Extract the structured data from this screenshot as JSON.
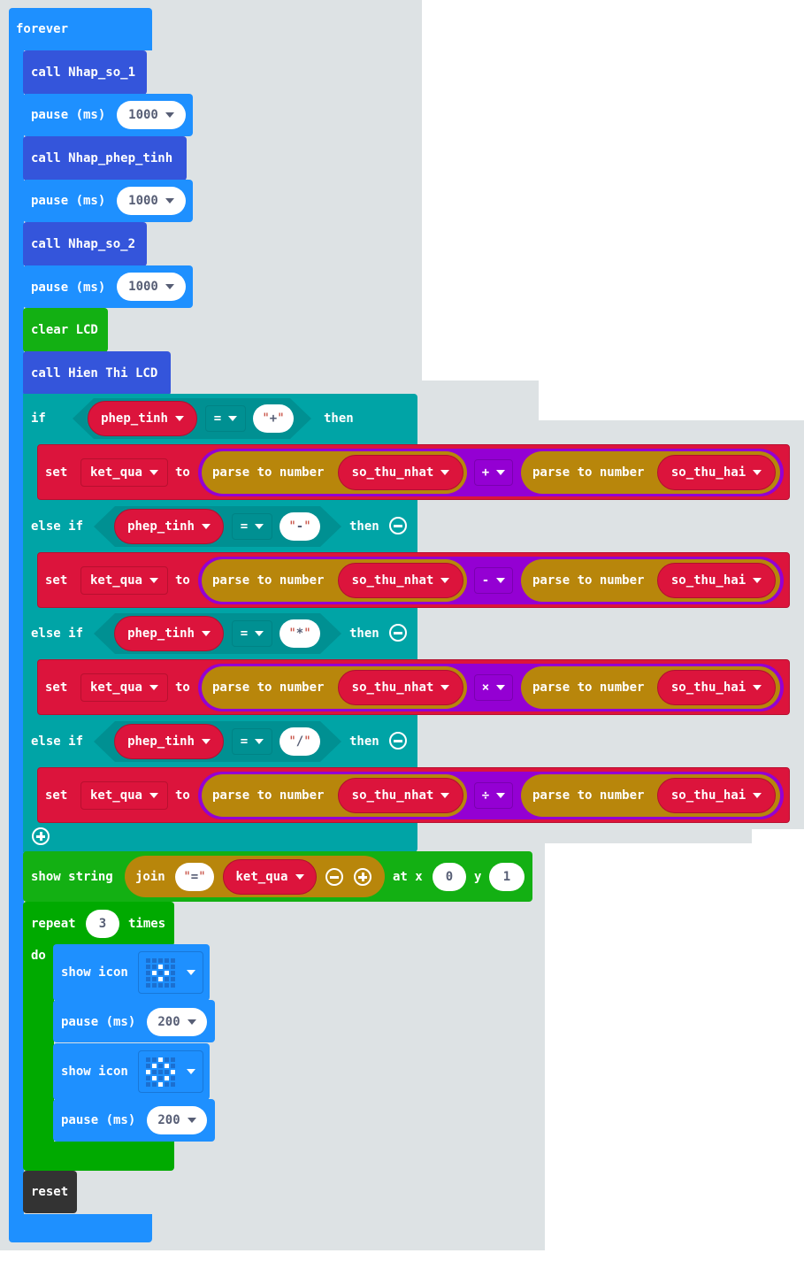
{
  "colors": {
    "workspace": "#ecf0f1",
    "basic": "#1e90ff",
    "function": "#3455db",
    "lcd": "#13b013",
    "logic": "#00a4a6",
    "variables": "#dc143c",
    "math": "#9400d3",
    "text": "#b8860b",
    "loops": "#00aa00",
    "control": "#333333"
  },
  "forever": {
    "label": "forever"
  },
  "statements": {
    "call1": {
      "label": "call Nhap_so_1"
    },
    "pause1": {
      "label": "pause (ms)",
      "value": "1000"
    },
    "call2": {
      "label": "call Nhap_phep_tinh"
    },
    "pause2": {
      "label": "pause (ms)",
      "value": "1000"
    },
    "call3": {
      "label": "call Nhap_so_2"
    },
    "pause3": {
      "label": "pause (ms)",
      "value": "1000"
    },
    "clear": {
      "label": "clear LCD"
    },
    "call4": {
      "label": "call Hien Thi LCD"
    }
  },
  "if_block": {
    "branches": [
      {
        "keyword": "if",
        "variable": "phep_tinh",
        "op": "=",
        "q1": "\"",
        "value": "+",
        "q2": "\"",
        "then": "then",
        "set": "set",
        "target": "ket_qua",
        "to": "to",
        "parse": "parse to number",
        "a": "so_thu_nhat",
        "math_op": "+",
        "b": "so_thu_hai"
      },
      {
        "keyword": "else if",
        "variable": "phep_tinh",
        "op": "=",
        "q1": "\"",
        "value": "-",
        "q2": "\"",
        "then": "then",
        "set": "set",
        "target": "ket_qua",
        "to": "to",
        "parse": "parse to number",
        "a": "so_thu_nhat",
        "math_op": "-",
        "b": "so_thu_hai"
      },
      {
        "keyword": "else if",
        "variable": "phep_tinh",
        "op": "=",
        "q1": "\"",
        "value": "*",
        "q2": "\"",
        "then": "then",
        "set": "set",
        "target": "ket_qua",
        "to": "to",
        "parse": "parse to number",
        "a": "so_thu_nhat",
        "math_op": "×",
        "b": "so_thu_hai"
      },
      {
        "keyword": "else if",
        "variable": "phep_tinh",
        "op": "=",
        "q1": "\"",
        "value": "/",
        "q2": "\"",
        "then": "then",
        "set": "set",
        "target": "ket_qua",
        "to": "to",
        "parse": "parse to number",
        "a": "so_thu_nhat",
        "math_op": "÷",
        "b": "so_thu_hai"
      }
    ]
  },
  "show_string": {
    "label": "show string",
    "join": "join",
    "q1": "\"",
    "str": "=",
    "q2": "\"",
    "var": "ket_qua",
    "at_x": "at x",
    "x": "0",
    "y_label": "y",
    "y": "1"
  },
  "repeat": {
    "label": "repeat",
    "count": "3",
    "times": "times",
    "do": "do"
  },
  "loop_body": [
    {
      "label": "show icon",
      "icon": [
        0,
        0,
        0,
        0,
        0,
        0,
        0,
        1,
        0,
        0,
        0,
        1,
        0,
        1,
        0,
        0,
        0,
        1,
        0,
        0,
        0,
        0,
        0,
        0,
        0
      ]
    },
    {
      "label": "pause (ms)",
      "value": "200"
    },
    {
      "label": "show icon",
      "icon": [
        0,
        0,
        1,
        0,
        0,
        0,
        1,
        0,
        1,
        0,
        1,
        0,
        0,
        0,
        1,
        0,
        1,
        0,
        1,
        0,
        0,
        0,
        1,
        0,
        0
      ]
    },
    {
      "label": "pause (ms)",
      "value": "200"
    }
  ],
  "reset": {
    "label": "reset"
  }
}
